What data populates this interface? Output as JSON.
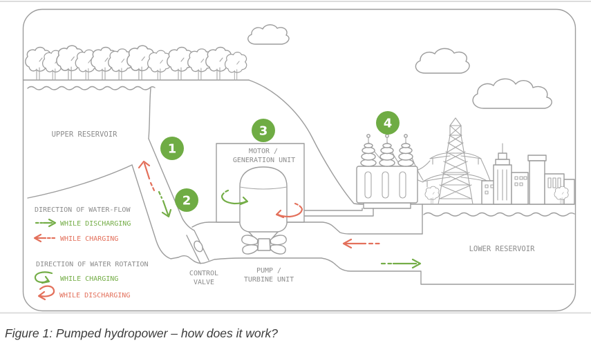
{
  "figure": {
    "caption": "Figure 1: Pumped hydropower – how does it work?"
  },
  "diagram": {
    "labels": {
      "upper_reservoir": "UPPER RESERVOIR",
      "lower_reservoir": "LOWER RESERVOIR",
      "motor_line1": "MOTOR /",
      "motor_line2": "GENERATION UNIT",
      "pump_line1": "PUMP /",
      "pump_line2": "TURBINE UNIT",
      "valve_line1": "CONTROL",
      "valve_line2": "VALVE"
    },
    "steps": [
      {
        "number": "1"
      },
      {
        "number": "2"
      },
      {
        "number": "3"
      },
      {
        "number": "4"
      }
    ],
    "legend": {
      "flow_title": "DIRECTION OF WATER-FLOW",
      "flow_items": [
        {
          "label": "WHILE DISCHARGING",
          "color": "#74ad47"
        },
        {
          "label": "WHILE CHARGING",
          "color": "#e3705b"
        }
      ],
      "rotation_title": "DIRECTION OF WATER ROTATION",
      "rotation_items": [
        {
          "label": "WHILE CHARGING",
          "color": "#74ad47"
        },
        {
          "label": "WHILE DISCHARGING",
          "color": "#e3705b"
        }
      ]
    },
    "colors": {
      "accent_green": "#6fac44",
      "accent_red": "#e3705b",
      "outline_gray": "#9c9c9c",
      "label_gray": "#8b8b8b",
      "caption_gray": "#3c3c3c"
    }
  }
}
